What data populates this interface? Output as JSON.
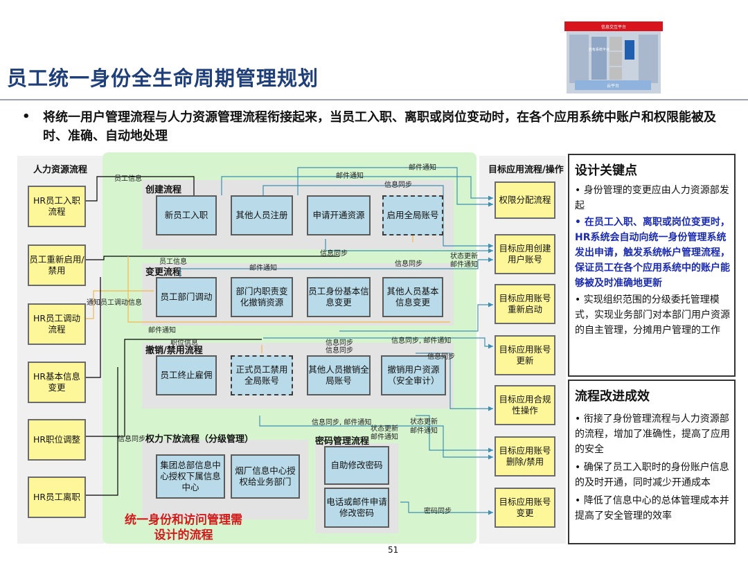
{
  "title": "员工统一身份全生命周期管理规划",
  "logo": {
    "top_label": "信息交互平台",
    "middle_label": "自有系统平台",
    "bottom_label": "云平台"
  },
  "bullet": "将统一用户管理流程与人力资源管理流程衔接起来，当员工入职、离职或岗位变动时，在各个应用系统中账户和权限能被及时、准确、自动地处理",
  "diagram": {
    "hr_header": "人力资源流程",
    "target_header": "目标应用流程/操作",
    "hr_items": [
      "HR员工入职流程",
      "员工重新启用/禁用",
      "HR员工调动流程",
      "HR基本信息变更",
      "HR职位调整",
      "HR员工离职"
    ],
    "target_items": [
      "权限分配流程",
      "目标应用创建用户账号",
      "目标应用账号重新启动",
      "目标应用账号更新",
      "目标应用合规性操作",
      "目标应用账号删除/禁用",
      "目标应用账号变更"
    ],
    "groups": {
      "create": {
        "title": "创建流程",
        "items": [
          "新员工入职",
          "其他人员注册",
          "申请开通资源",
          "启用全局账号"
        ]
      },
      "change": {
        "title": "变更流程",
        "items": [
          "员工部门调动",
          "部门内职责变化撤销资源",
          "员工身份基本信息变更",
          "其他人员基本信息变更"
        ]
      },
      "revoke": {
        "title": "撤销/禁用流程",
        "items": [
          "员工终止雇佣",
          "正式员工禁用全局账号",
          "其他人员撤销全局账号",
          "撤销用户资源（安全审计）"
        ]
      },
      "delegate": {
        "title": "权力下放流程（分级管理）",
        "items": [
          "集团总部信息中心授权下属信息中心",
          "烟厂信息中心授权给业务部门"
        ]
      },
      "password": {
        "title": "密码管理流程",
        "items": [
          "自助修改密码",
          "电话或邮件申请修改密码"
        ]
      }
    },
    "bottom_label": "统一身份和访问管理需设计的流程",
    "flow_labels": [
      "员工信息",
      "邮件通知",
      "邮件通知",
      "信息同步",
      "信息同步",
      "状态更新",
      "邮件通知",
      "员工信息",
      "邮件通知",
      "信息同步",
      "通知员工调动信息",
      "邮件通知",
      "职位信息",
      "信息同步",
      "信息同步",
      "信息同步, 邮件通知",
      "信息同步",
      "信息同步, 邮件通知",
      "状态更新",
      "邮件通知",
      "状态更新",
      "邮件通知",
      "信息同步",
      "密码同步"
    ]
  },
  "side": {
    "design_title": "设计关键点",
    "design_points": [
      "身份管理的变更应由人力资源部发起",
      "在员工入职、离职或岗位变更时，HR系统会自动向统一身份管理系统发出申请，触发系统帐户管理流程，保证员工在各个应用系统中的账户能够被及时准确地更新",
      "实现组织范围的分级委托管理模式，实现业务部门对本部门用户资源的自主管理，分摊用户管理的工作"
    ],
    "effect_title": "流程改进成效",
    "effect_points": [
      "衔接了身份管理流程与人力资源部的流程，增加了准确性，提高了应用的安全",
      "确保了员工入职时的身份账户信息的及时开通，同时减少开通成本",
      "降低了信息中心的总体管理成本并提高了安全管理的效率"
    ]
  },
  "page_number": "51"
}
